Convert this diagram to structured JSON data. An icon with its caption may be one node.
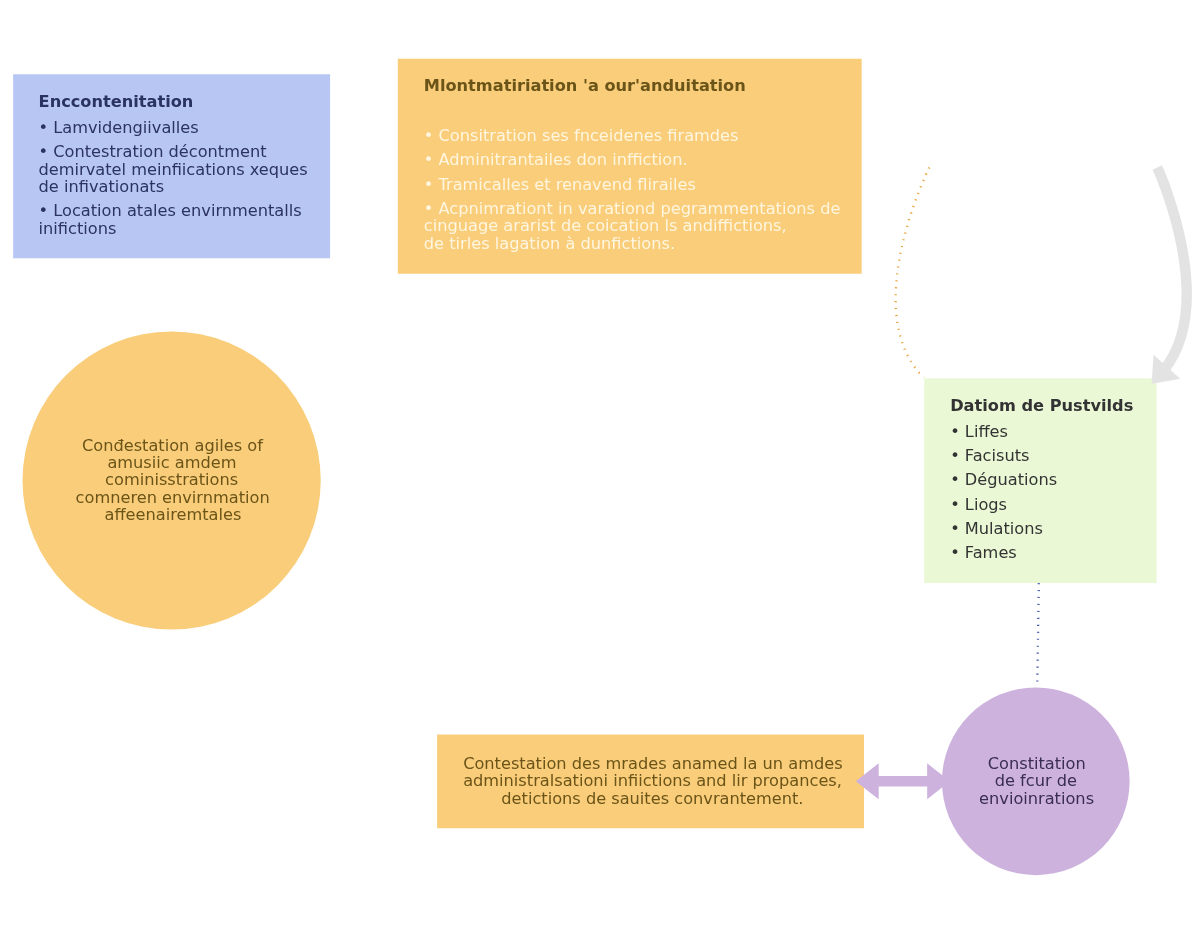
{
  "diagram": {
    "nodes": [
      {
        "text": [
          "Enccontenitation",
          "• Lamvidengiivalles",
          "• Contestration décontment demirvatel meinfiications xeques de infivationats",
          "• Location atales envirnmentalls inifictions"
        ]
      },
      {
        "text": [
          "Mlontmatiriation 'a our'anduitation",
          "• Consitration ses fnceidenes firamdes",
          "• Adminitrantailes don inffiction.",
          "• Tramicalles et renavend flirailes",
          "• Acpnimrationt in varationd pegrammentations de cinguage ararist de coication ls andiffictions, de tirles lagation à dunfictions."
        ]
      },
      {
        "text": [
          "Datiom de Pustvilds",
          "• Liffes",
          "• Facisuts",
          "• Déguations",
          "• Liogs",
          "• Mulations",
          "• Fames"
        ]
      },
      {
        "text": [
          "Conđestation agiles of amusiic amdem cominisstrations comneren envirnmation affeenairemtales"
        ]
      },
      {
        "text": [
          "Contestation des mrades anamed la un amdes administralsationi infiictions and lir propances, detictions de sauites convrantement."
        ]
      },
      {
        "text": [
          "Constitation de fcur de envioinrations"
        ]
      }
    ],
    "edges": [
      {
        "from": null,
        "to": 2,
        "arrow": "none",
        "style": "dashed",
        "color": "#e8a23c"
      },
      {
        "from": null,
        "to": 2,
        "arrow": "to",
        "style": "thick",
        "color": "#e3e3e3"
      },
      {
        "from": 2,
        "to": 5,
        "arrow": "none",
        "style": "dashed",
        "color": "#4a5aa8"
      },
      {
        "from": 4,
        "to": 5,
        "arrow": "both",
        "style": "thick",
        "color": "#cdb2dd"
      }
    ]
  }
}
